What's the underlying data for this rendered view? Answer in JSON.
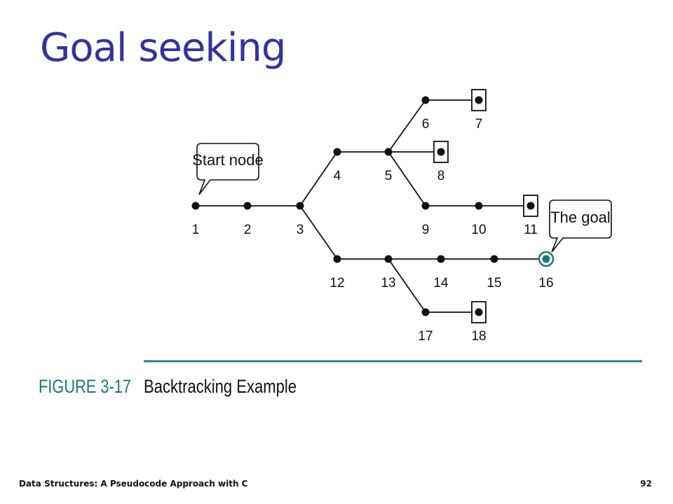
{
  "slide": {
    "title": "Goal seeking"
  },
  "diagram": {
    "nodes": [
      {
        "id": "1",
        "label": "1"
      },
      {
        "id": "2",
        "label": "2"
      },
      {
        "id": "3",
        "label": "3"
      },
      {
        "id": "4",
        "label": "4"
      },
      {
        "id": "5",
        "label": "5"
      },
      {
        "id": "6",
        "label": "6"
      },
      {
        "id": "7",
        "label": "7",
        "kind": "dead-end"
      },
      {
        "id": "8",
        "label": "8",
        "kind": "dead-end"
      },
      {
        "id": "9",
        "label": "9"
      },
      {
        "id": "10",
        "label": "10"
      },
      {
        "id": "11",
        "label": "11",
        "kind": "dead-end"
      },
      {
        "id": "12",
        "label": "12"
      },
      {
        "id": "13",
        "label": "13"
      },
      {
        "id": "14",
        "label": "14"
      },
      {
        "id": "15",
        "label": "15"
      },
      {
        "id": "16",
        "label": "16",
        "kind": "goal"
      },
      {
        "id": "17",
        "label": "17"
      },
      {
        "id": "18",
        "label": "18",
        "kind": "dead-end"
      }
    ],
    "edges": [
      [
        "1",
        "2"
      ],
      [
        "2",
        "3"
      ],
      [
        "3",
        "4"
      ],
      [
        "3",
        "12"
      ],
      [
        "4",
        "5"
      ],
      [
        "5",
        "6"
      ],
      [
        "5",
        "8"
      ],
      [
        "5",
        "9"
      ],
      [
        "6",
        "7"
      ],
      [
        "9",
        "10"
      ],
      [
        "10",
        "11"
      ],
      [
        "12",
        "13"
      ],
      [
        "13",
        "14"
      ],
      [
        "14",
        "15"
      ],
      [
        "15",
        "16"
      ],
      [
        "13",
        "17"
      ],
      [
        "17",
        "18"
      ]
    ],
    "callouts": {
      "start": "Start node",
      "goal": "The goal"
    },
    "colors": {
      "goal": "#1a7a73",
      "rule": "#2a7f79"
    }
  },
  "figure": {
    "number": "FIGURE 3-17",
    "caption": "Backtracking Example"
  },
  "footer": {
    "left": "Data Structures: A Pseudocode Approach with C",
    "page": "92"
  }
}
